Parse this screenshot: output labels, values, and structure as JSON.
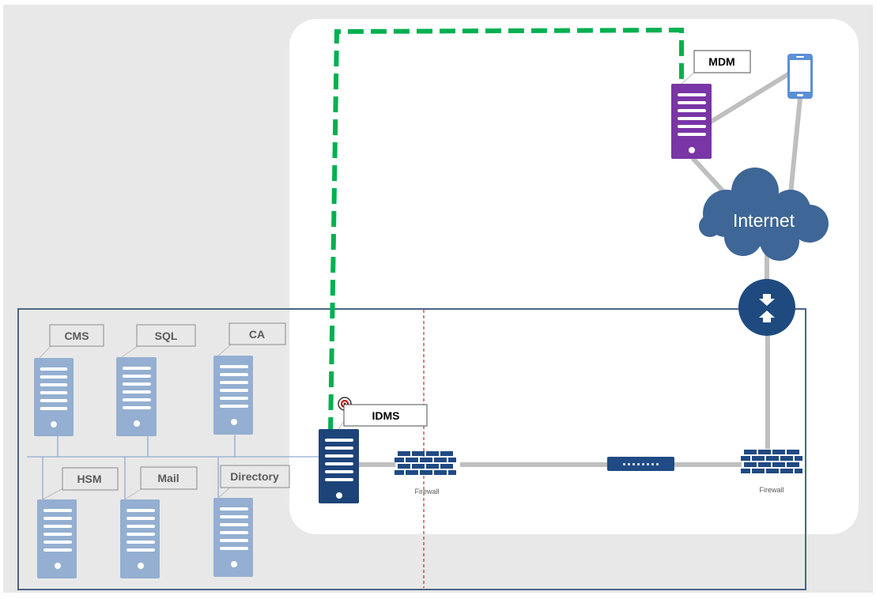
{
  "labels": {
    "cms": "CMS",
    "sql": "SQL",
    "ca": "CA",
    "hsm": "HSM",
    "mail": "Mail",
    "directory": "Directory",
    "idms": "IDMS",
    "mdm": "MDM",
    "internet": "Internet",
    "firewall_1": "Firewall",
    "firewall_2": "Firewall"
  },
  "colors": {
    "background": "#e8e8e8",
    "dmz_zone": "#ffffff",
    "internal_border": "#4a6585",
    "internal_server": "#94afd1",
    "idms_server": "#1d4479",
    "mdm_server": "#7a35a6",
    "internet_cloud": "#3e6696",
    "router": "#1f4a7f",
    "firewall": "#204a84",
    "phone": "#5b8fd6",
    "link": "#bfbfbf",
    "lan": "#8eaad0",
    "secure_channel": "#00b050",
    "divider": "#c00000"
  }
}
